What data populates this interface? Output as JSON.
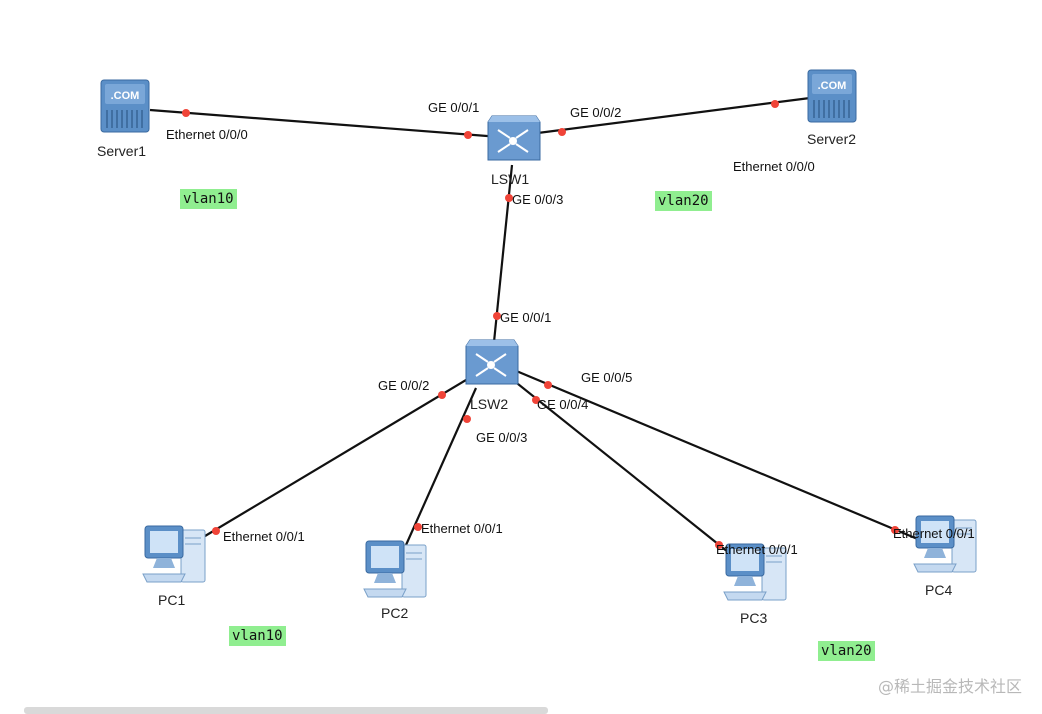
{
  "colors": {
    "link": "#111111",
    "port_dot": "#f04438",
    "vlan_bg": "#90ee90",
    "device_blue": "#5b8fc7"
  },
  "devices": {
    "server1": {
      "name": "Server1",
      "icon": "server-com-icon",
      "badge": ".COM"
    },
    "server2": {
      "name": "Server2",
      "icon": "server-com-icon",
      "badge": ".COM"
    },
    "lsw1": {
      "name": "LSW1",
      "icon": "switch-icon"
    },
    "lsw2": {
      "name": "LSW2",
      "icon": "switch-icon"
    },
    "pc1": {
      "name": "PC1",
      "icon": "pc-icon"
    },
    "pc2": {
      "name": "PC2",
      "icon": "pc-icon"
    },
    "pc3": {
      "name": "PC3",
      "icon": "pc-icon"
    },
    "pc4": {
      "name": "PC4",
      "icon": "pc-icon"
    }
  },
  "links": [
    {
      "id": "server1-lsw1",
      "a_port": "Ethernet 0/0/0",
      "b_port": "GE 0/0/1"
    },
    {
      "id": "server2-lsw1",
      "a_port": "Ethernet 0/0/0",
      "b_port": "GE 0/0/2"
    },
    {
      "id": "lsw1-lsw2",
      "a_port": "GE 0/0/3",
      "b_port": "GE 0/0/1"
    },
    {
      "id": "lsw2-pc1",
      "a_port": "GE 0/0/2",
      "b_port": "Ethernet 0/0/1"
    },
    {
      "id": "lsw2-pc2",
      "a_port": "GE 0/0/3",
      "b_port": "Ethernet 0/0/1"
    },
    {
      "id": "lsw2-pc3",
      "a_port": "GE 0/0/4",
      "b_port": "Ethernet 0/0/1"
    },
    {
      "id": "lsw2-pc4",
      "a_port": "GE 0/0/5",
      "b_port": "Ethernet 0/0/1"
    }
  ],
  "vlans": {
    "top_left": "vlan10",
    "top_right": "vlan20",
    "bottom_left": "vlan10",
    "bottom_right": "vlan20"
  },
  "watermark": "@稀土掘金技术社区"
}
